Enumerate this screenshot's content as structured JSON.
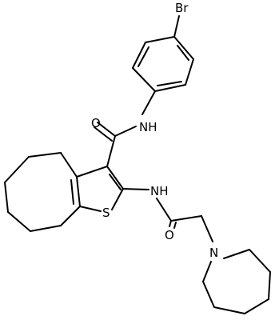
{
  "molecule": {
    "atom_labels": {
      "bromine": "Br",
      "amide_oxygen": "O",
      "amide_nh": "NH",
      "thiophene_sulfur": "S",
      "acylamino_nh": "NH",
      "acetyl_oxygen": "O",
      "azepane_nitrogen": "N"
    }
  }
}
